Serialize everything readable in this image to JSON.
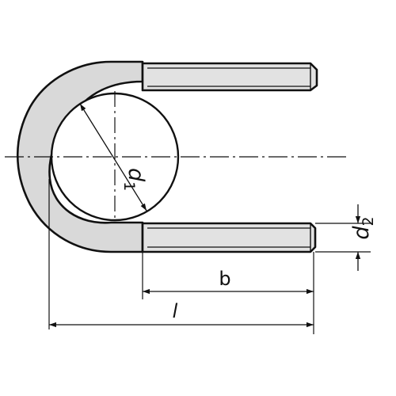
{
  "drawing": {
    "labels": {
      "d1": "d",
      "d1_sub": "1",
      "d2": "d",
      "d2_sub": "2",
      "b": "b",
      "l": "l"
    },
    "colors": {
      "background": "#ffffff",
      "line": "#111111",
      "fill": "#d9d9d9",
      "thread": "#e2e2e2"
    }
  }
}
